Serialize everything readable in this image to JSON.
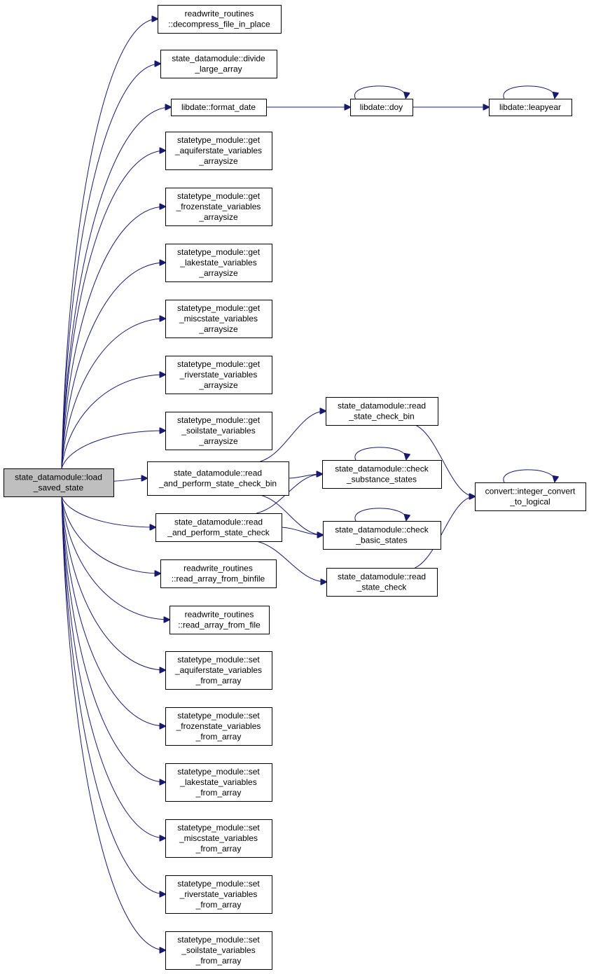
{
  "colors": {
    "edge": "#191970",
    "root_fill": "#bfbfbf",
    "node_fill": "#ffffff",
    "node_border": "#000000"
  },
  "nodes": {
    "root": [
      "state_datamodule::load",
      "_saved_state"
    ],
    "decompress": [
      "readwrite_routines",
      "::decompress_file_in_place"
    ],
    "divide": [
      "state_datamodule::divide",
      "_large_array"
    ],
    "format_date": [
      "libdate::format_date"
    ],
    "doy": [
      "libdate::doy"
    ],
    "leapyear": [
      "libdate::leapyear"
    ],
    "get_aquifer": [
      "statetype_module::get",
      "_aquiferstate_variables",
      "_arraysize"
    ],
    "get_frozen": [
      "statetype_module::get",
      "_frozenstate_variables",
      "_arraysize"
    ],
    "get_lake": [
      "statetype_module::get",
      "_lakestate_variables",
      "_arraysize"
    ],
    "get_misc": [
      "statetype_module::get",
      "_miscstate_variables",
      "_arraysize"
    ],
    "get_river": [
      "statetype_module::get",
      "_riverstate_variables",
      "_arraysize"
    ],
    "get_soil": [
      "statetype_module::get",
      "_soilstate_variables",
      "_arraysize"
    ],
    "read_check_bin": [
      "state_datamodule::read",
      "_state_check_bin"
    ],
    "check_substance": [
      "state_datamodule::check",
      "_substance_states"
    ],
    "perform_bin": [
      "state_datamodule::read",
      "_and_perform_state_check_bin"
    ],
    "integer_convert": [
      "convert::integer_convert",
      "_to_logical"
    ],
    "perform": [
      "state_datamodule::read",
      "_and_perform_state_check"
    ],
    "check_basic": [
      "state_datamodule::check",
      "_basic_states"
    ],
    "read_binfile": [
      "readwrite_routines",
      "::read_array_from_binfile"
    ],
    "read_check": [
      "state_datamodule::read",
      "_state_check"
    ],
    "read_file": [
      "readwrite_routines",
      "::read_array_from_file"
    ],
    "set_aquifer": [
      "statetype_module::set",
      "_aquiferstate_variables",
      "_from_array"
    ],
    "set_frozen": [
      "statetype_module::set",
      "_frozenstate_variables",
      "_from_array"
    ],
    "set_lake": [
      "statetype_module::set",
      "_lakestate_variables",
      "_from_array"
    ],
    "set_misc": [
      "statetype_module::set",
      "_miscstate_variables",
      "_from_array"
    ],
    "set_river": [
      "statetype_module::set",
      "_riverstate_variables",
      "_from_array"
    ],
    "set_soil": [
      "statetype_module::set",
      "_soilstate_variables",
      "_from_array"
    ]
  },
  "edges": [
    [
      "root",
      "decompress"
    ],
    [
      "root",
      "divide"
    ],
    [
      "root",
      "format_date"
    ],
    [
      "root",
      "get_aquifer"
    ],
    [
      "root",
      "get_frozen"
    ],
    [
      "root",
      "get_lake"
    ],
    [
      "root",
      "get_misc"
    ],
    [
      "root",
      "get_river"
    ],
    [
      "root",
      "get_soil"
    ],
    [
      "root",
      "perform_bin"
    ],
    [
      "root",
      "perform"
    ],
    [
      "root",
      "read_binfile"
    ],
    [
      "root",
      "read_file"
    ],
    [
      "root",
      "set_aquifer"
    ],
    [
      "root",
      "set_frozen"
    ],
    [
      "root",
      "set_lake"
    ],
    [
      "root",
      "set_misc"
    ],
    [
      "root",
      "set_river"
    ],
    [
      "root",
      "set_soil"
    ],
    [
      "format_date",
      "doy"
    ],
    [
      "doy",
      "doy"
    ],
    [
      "doy",
      "leapyear"
    ],
    [
      "leapyear",
      "leapyear"
    ],
    [
      "perform_bin",
      "read_check_bin"
    ],
    [
      "perform_bin",
      "check_substance"
    ],
    [
      "perform_bin",
      "check_basic"
    ],
    [
      "perform",
      "check_substance"
    ],
    [
      "perform",
      "check_basic"
    ],
    [
      "perform",
      "read_check"
    ],
    [
      "read_check_bin",
      "integer_convert"
    ],
    [
      "read_check",
      "integer_convert"
    ],
    [
      "check_substance",
      "check_substance"
    ],
    [
      "check_basic",
      "check_basic"
    ],
    [
      "integer_convert",
      "integer_convert"
    ]
  ]
}
